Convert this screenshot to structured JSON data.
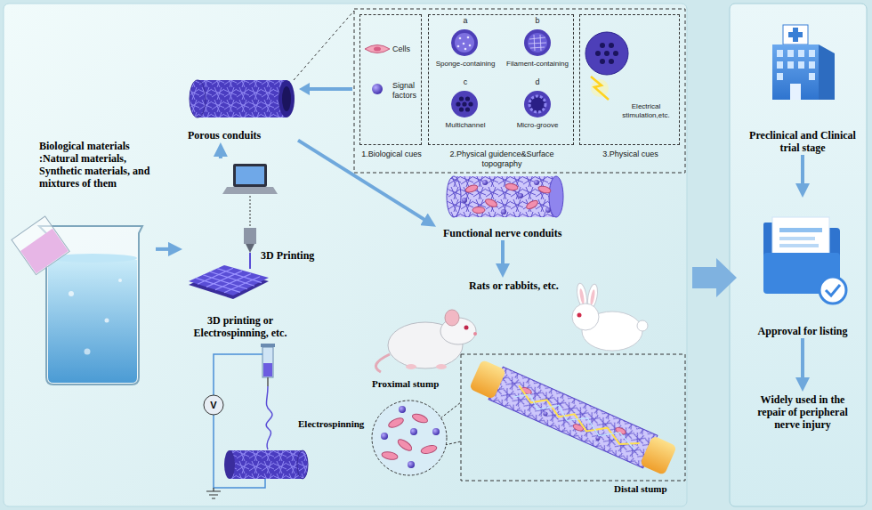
{
  "diagram": {
    "nodes": [
      {
        "text": [
          "Biological materials :Natural materials, Synthetic materials, and mixtures of them"
        ]
      },
      {
        "text": [
          "Porous conduits"
        ]
      },
      {
        "text": [
          "Cells",
          "Signal factors",
          "1.Biological cues"
        ]
      },
      {
        "text": [
          "a",
          "Sponge-containing",
          "b",
          "Filament-containing",
          "c",
          "Multichannel",
          "d",
          "Micro-groove",
          "2.Physical guidence&Surface topography"
        ]
      },
      {
        "text": [
          "Electrical stimulation,etc.",
          "3.Physical cues"
        ]
      },
      {
        "text": [
          "3D printing or Electrospinning, etc."
        ]
      },
      {
        "text": [
          "Functional nerve conduits"
        ]
      },
      {
        "text": [
          "Rats or rabbits, etc."
        ]
      },
      {
        "text": [
          "Preclinical and Clinical trial stage"
        ]
      },
      {
        "text": [
          "Approval for listing"
        ]
      },
      {
        "text": [
          "Widely used in the repair of peripheral nerve injury"
        ]
      }
    ],
    "edges": [
      {
        "from": 0,
        "to": 5,
        "arrow": "to"
      },
      {
        "from": 5,
        "to": 1,
        "arrow": "to"
      },
      {
        "from": 1,
        "to": 6,
        "arrow": "to"
      },
      {
        "from": 6,
        "to": 7,
        "arrow": "to"
      },
      {
        "from": 8,
        "to": 9,
        "arrow": "to"
      },
      {
        "from": 9,
        "to": 10,
        "arrow": "to"
      }
    ],
    "labels": [
      "3D Printing",
      "Electrospinning",
      "V",
      "Proximal stump",
      "Distal stump"
    ]
  }
}
